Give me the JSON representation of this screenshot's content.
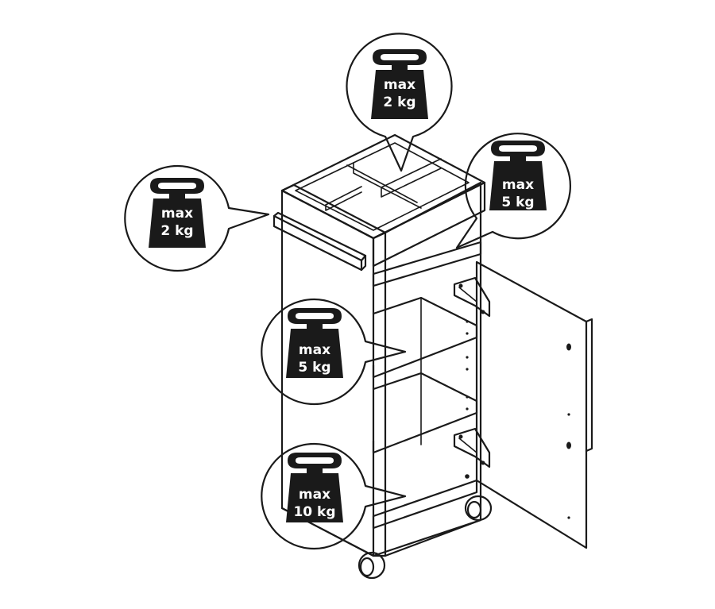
{
  "callouts": {
    "tray_right": {
      "label": "max",
      "value": "2 kg"
    },
    "drawer_handle": {
      "label": "max",
      "value": "2 kg"
    },
    "top_shelf": {
      "label": "max",
      "value": "5 kg"
    },
    "middle_shelf": {
      "label": "max",
      "value": "5 kg"
    },
    "bottom_shelf": {
      "label": "max",
      "value": "10 kg"
    }
  },
  "colors": {
    "line": "#1a1a1a",
    "weight_fill": "#1a1a1a",
    "tray_fill": "#e6e6e6",
    "panel_fill": "#ffffff"
  }
}
